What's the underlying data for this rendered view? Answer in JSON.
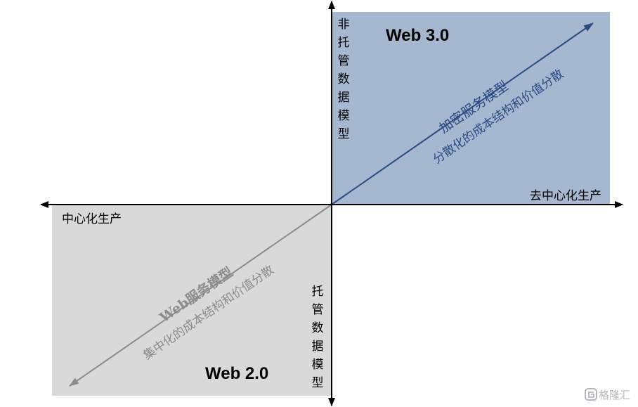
{
  "web3": {
    "title": "Web 3.0",
    "diagonal_main": "加密服务模型",
    "diagonal_sub": "分散化的成本结构和价值分散",
    "color": "#a6b7d0",
    "arrow_color": "#2b4b83",
    "text_color": "#2b4b83"
  },
  "web2": {
    "title": "Web 2.0",
    "diagonal_main": "Web服务模型",
    "diagonal_sub": "集中化的成本结构和价值分散",
    "color": "#d9d9d9",
    "arrow_color": "#8c8c8c",
    "text_color": "#8c8c8c"
  },
  "axes": {
    "right_label": "去中心化生产",
    "left_label": "中心化生产",
    "top_label": "非托管数据模型",
    "bottom_label": "托管数据模型",
    "color": "#000000"
  },
  "watermark": {
    "text": "格隆汇",
    "icon": "gelonghui-logo-icon"
  }
}
